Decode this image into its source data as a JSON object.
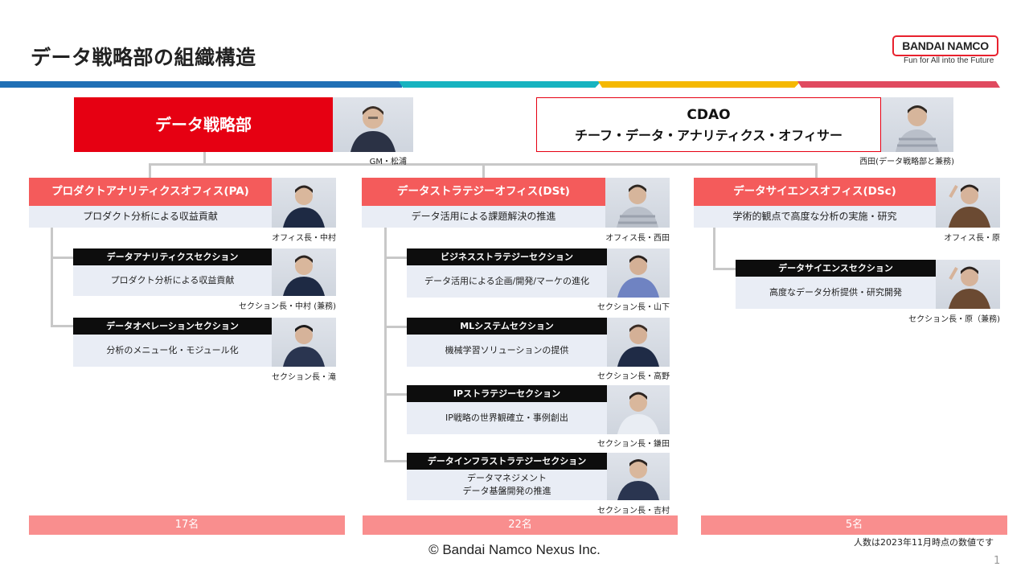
{
  "page": {
    "title": "データ戦略部の組織構造",
    "footer": "© Bandai Namco Nexus Inc.",
    "note": "人数は2023年11月時点の数値です",
    "page_number": "1"
  },
  "logo": {
    "name": "BANDAI NAMCO",
    "tagline": "Fun for All into the Future"
  },
  "colors": {
    "brand_red": "#e60012",
    "office_red": "#f45b5b",
    "count_pink": "#f98e8e",
    "stripe": [
      "#1f6fb5",
      "#17b3c0",
      "#f5b800",
      "#e04a5f"
    ]
  },
  "dept": {
    "name": "データ戦略部",
    "gm_caption": "GM・松浦"
  },
  "cdao": {
    "line1": "CDAO",
    "line2": "チーフ・データ・アナリティクス・オフィサー",
    "caption": "西田(データ戦略部と兼務)"
  },
  "offices": [
    {
      "name": "プロダクトアナリティクスオフィス(PA)",
      "mission": "プロダクト分析による収益貢献",
      "head_caption": "オフィス長・中村",
      "count": "17名",
      "sections": [
        {
          "name": "データアナリティクスセクション",
          "desc": [
            "プロダクト分析による収益貢献"
          ],
          "caption": "セクション長・中村 (兼務)"
        },
        {
          "name": "データオペレーションセクション",
          "desc": [
            "分析のメニュー化・モジュール化"
          ],
          "caption": "セクション長・滝"
        }
      ]
    },
    {
      "name": "データストラテジーオフィス(DSt)",
      "mission": "データ活用による課題解決の推進",
      "head_caption": "オフィス長・西田",
      "count": "22名",
      "sections": [
        {
          "name": "ビジネスストラテジーセクション",
          "desc": [
            "データ活用による企画/開発/マーケの進化"
          ],
          "caption": "セクション長・山下"
        },
        {
          "name": "MLシステムセクション",
          "desc": [
            "機械学習ソリューションの提供"
          ],
          "caption": "セクション長・高野"
        },
        {
          "name": "IPストラテジーセクション",
          "desc": [
            "IP戦略の世界観確立・事例創出"
          ],
          "caption": "セクション長・鎌田"
        },
        {
          "name": "データインフラストラテジーセクション",
          "desc": [
            "データマネジメント",
            "データ基盤開発の推進"
          ],
          "caption": "セクション長・吉村"
        }
      ]
    },
    {
      "name": "データサイエンスオフィス(DSc)",
      "mission": "学術的観点で高度な分析の実施・研究",
      "head_caption": "オフィス長・原",
      "count": "5名",
      "sections": [
        {
          "name": "データサイエンスセクション",
          "desc": [
            "高度なデータ分析提供・研究開発"
          ],
          "caption": "セクション長・原（兼務)"
        }
      ]
    }
  ]
}
